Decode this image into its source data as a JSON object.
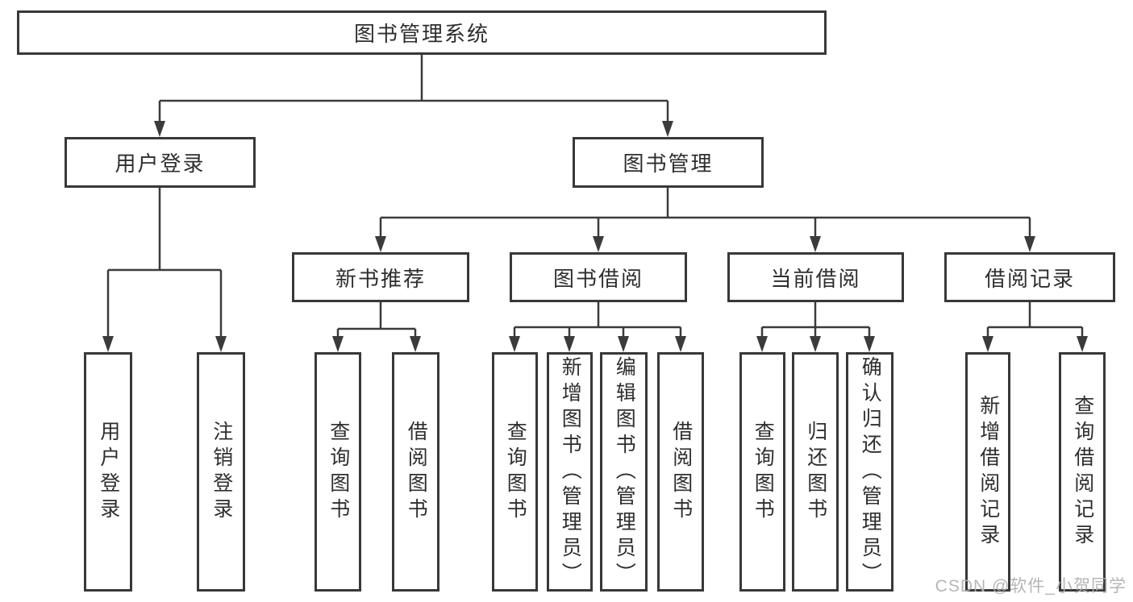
{
  "diagram": {
    "title": "图书管理系统",
    "root": "图书管理系统",
    "branches": [
      {
        "label": "用户登录",
        "children": [
          "用户登录",
          "注销登录"
        ]
      },
      {
        "label": "图书管理",
        "children": [
          {
            "label": "新书推荐",
            "children": [
              "查询图书",
              "借阅图书"
            ]
          },
          {
            "label": "图书借阅",
            "children": [
              "查询图书",
              "新增图书（管理员）",
              "编辑图书（管理员）",
              "借阅图书"
            ]
          },
          {
            "label": "当前借阅",
            "children": [
              "查询图书",
              "归还图书",
              "确认归还（管理员）"
            ]
          },
          {
            "label": "借阅记录",
            "children": [
              "新增借阅记录",
              "查询借阅记录"
            ]
          }
        ]
      }
    ],
    "watermark": "CSDN @软件_小贺同学",
    "colors": {
      "line": "#3b3b3b",
      "box_border": "#383838",
      "text": "#2e2e2e",
      "watermark": "#b0b0b0",
      "background": "#ffffff"
    }
  }
}
